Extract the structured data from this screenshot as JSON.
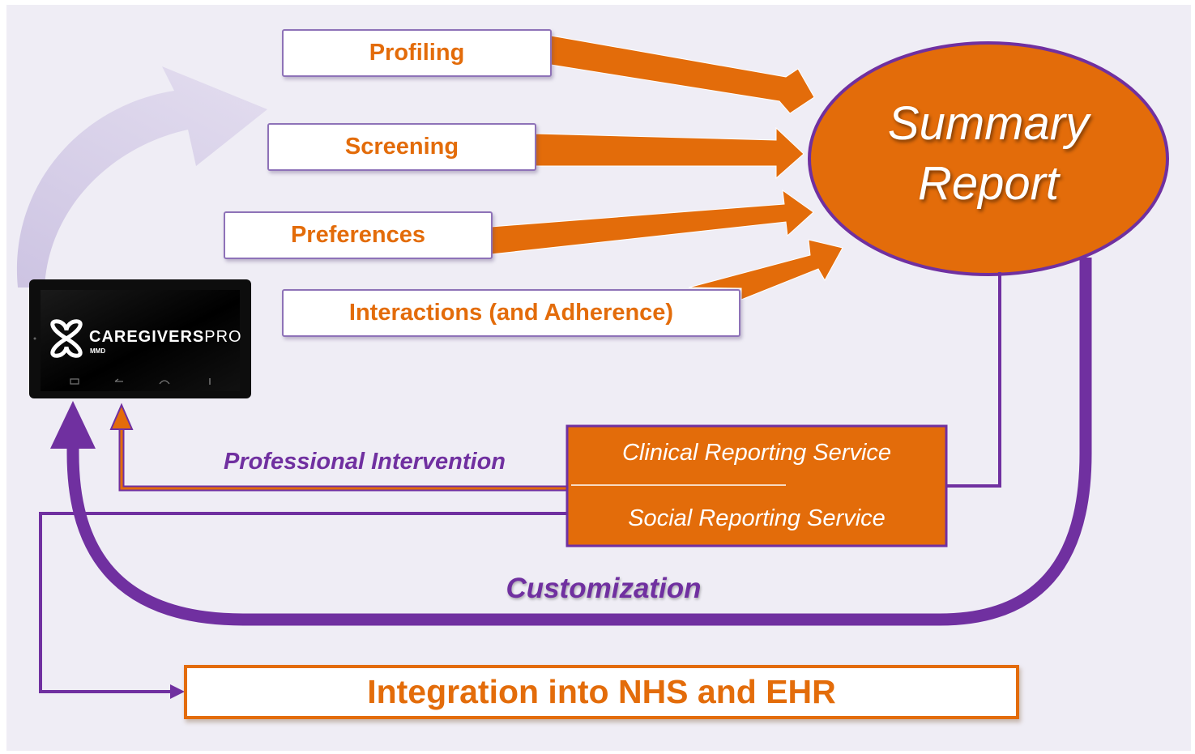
{
  "inputs": [
    "Profiling",
    "Screening",
    "Preferences",
    "Interactions (and Adherence)"
  ],
  "summary_report": {
    "line1": "Summary",
    "line2": "Report"
  },
  "services": {
    "clinical": "Clinical Reporting Service",
    "social": "Social Reporting Service"
  },
  "flows": {
    "professional_intervention": "Professional Intervention",
    "customization": "Customization"
  },
  "integration": "Integration into NHS and EHR",
  "device": {
    "brand_bold": "CAREGIVERS",
    "brand_light": "PRO",
    "sub": "MMD"
  },
  "colors": {
    "orange": "#e36c0a",
    "purple": "#7030a0",
    "box_border": "#8e72b8",
    "background": "#efedf5"
  }
}
